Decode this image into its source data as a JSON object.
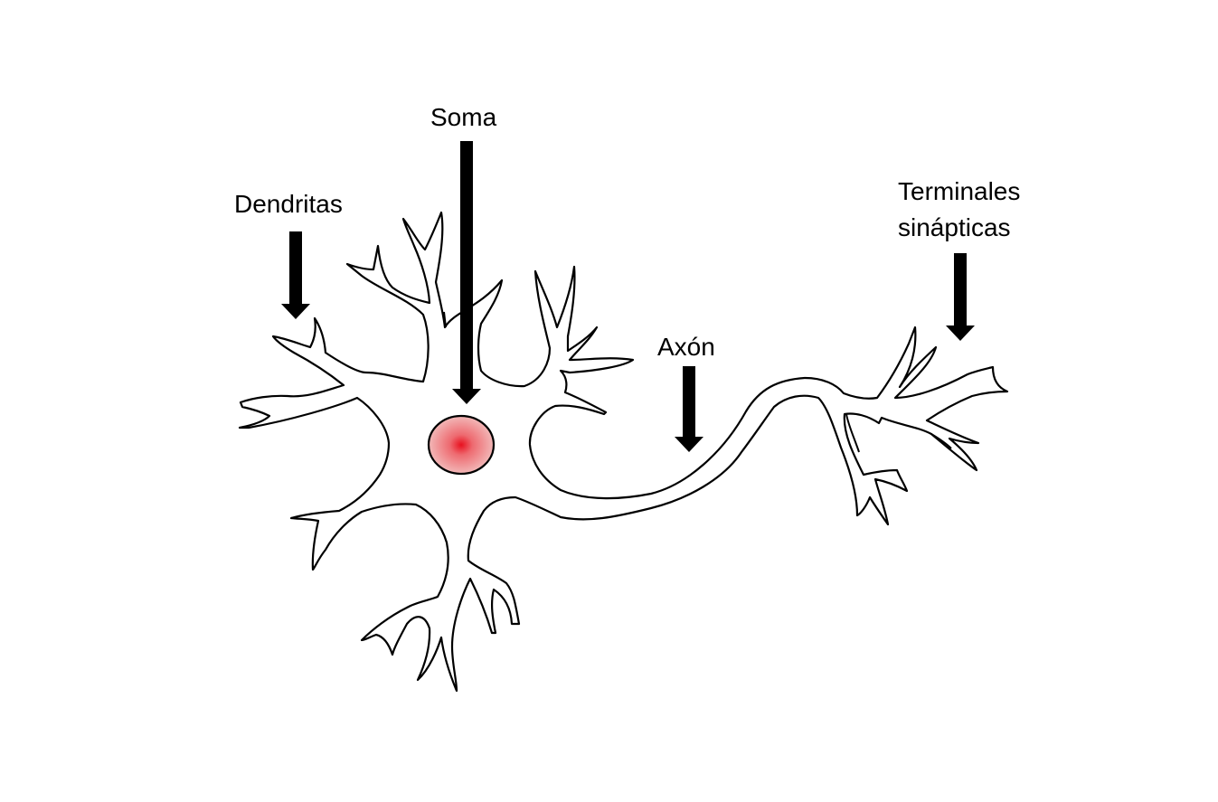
{
  "labels": {
    "soma": "Soma",
    "dendritas": "Dendritas",
    "axon": "Axón",
    "terminales_line1": "Terminales",
    "terminales_line2": "sinápticas"
  },
  "colors": {
    "outline": "#000000",
    "cell_fill": "#ffffff",
    "nucleus_center": "#e8101e",
    "nucleus_edge": "#f2b8b8",
    "arrow": "#000000"
  },
  "icons": {
    "arrow": "down-arrow-icon"
  }
}
